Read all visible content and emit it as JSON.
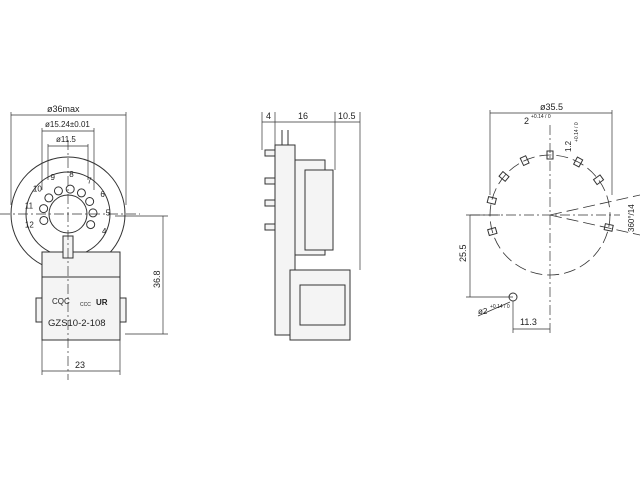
{
  "front_view": {
    "dim_outer_diameter": "ø36max",
    "dim_pin_circle": "ø15.24±0.01",
    "dim_center_hole": "ø11.5",
    "dim_height": "36.8",
    "dim_width": "23",
    "pin_numbers": [
      "4",
      "5",
      "6",
      "7",
      "8",
      "9",
      "10",
      "11",
      "12"
    ],
    "part_number": "GZS10-2-108",
    "marks": [
      "CQC",
      "CCC",
      "UR"
    ]
  },
  "side_view": {
    "dim_a": "4",
    "dim_b": "16",
    "dim_c": "10.5"
  },
  "panel_cutout": {
    "dim_diameter": "ø35.5",
    "dim_slot_width": "2",
    "dim_slot_width_tol": "+0.14 / 0",
    "dim_slot_height": "1.2",
    "dim_slot_height_tol": "+0.14 / 0",
    "dim_angle": "360°/14",
    "dim_vertical": "25.5",
    "dim_horizontal": "11.3",
    "dim_hole": "ø2",
    "dim_hole_tol": "+0.14 / 0"
  }
}
